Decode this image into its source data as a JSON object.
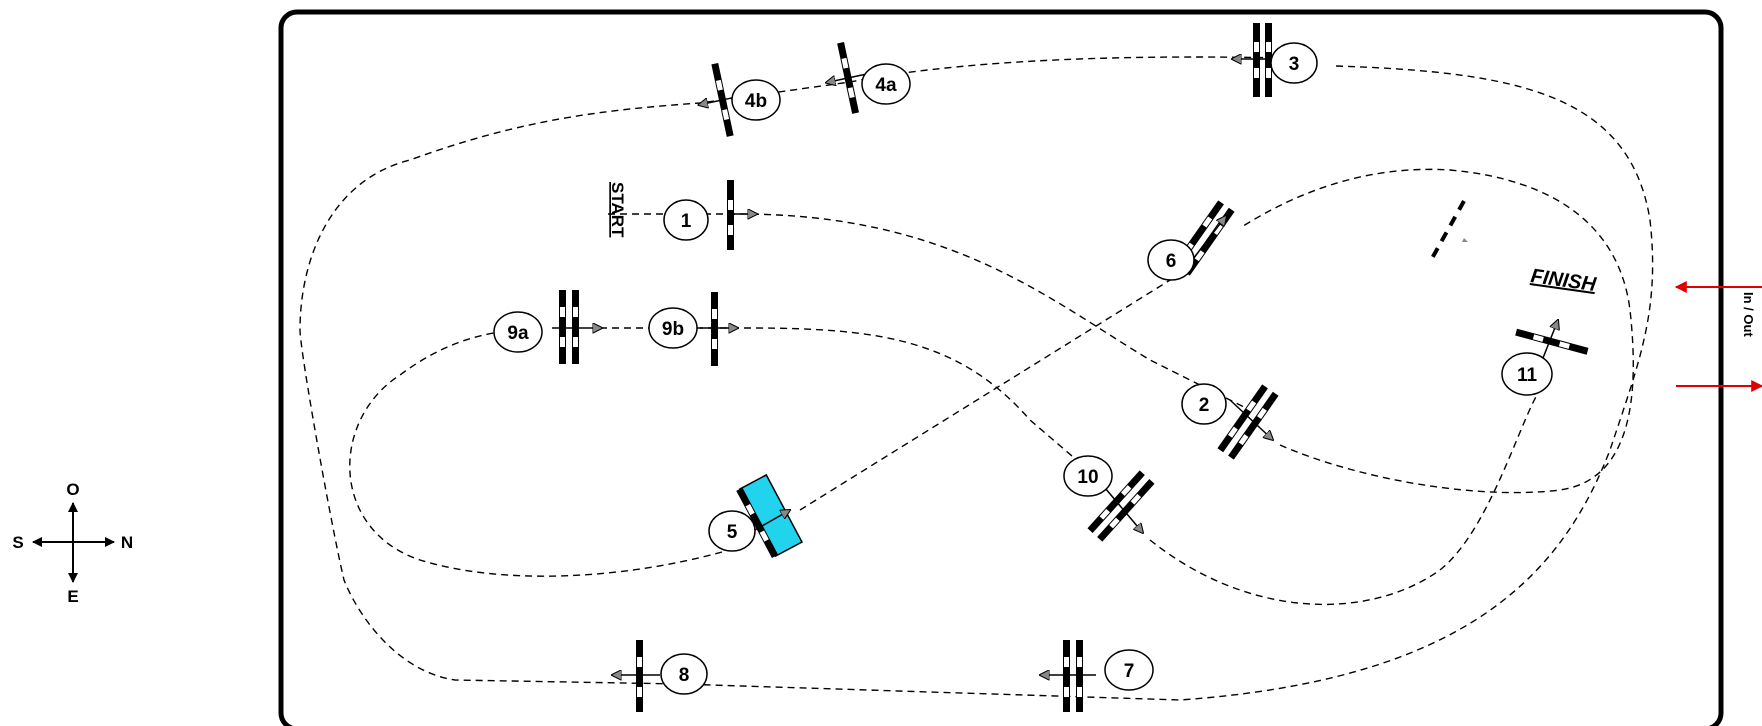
{
  "compass": {
    "top": "O",
    "left": "S",
    "right": "N",
    "bottom": "E"
  },
  "start_label": "START",
  "finish_label": "FINISH",
  "gate_label": "In / Out",
  "highlight_color": "#22d3ee",
  "obstacles": [
    {
      "id": "1",
      "label": "1"
    },
    {
      "id": "2",
      "label": "2"
    },
    {
      "id": "3",
      "label": "3"
    },
    {
      "id": "4a",
      "label": "4a"
    },
    {
      "id": "4b",
      "label": "4b"
    },
    {
      "id": "5",
      "label": "5"
    },
    {
      "id": "6",
      "label": "6"
    },
    {
      "id": "7",
      "label": "7"
    },
    {
      "id": "8",
      "label": "8"
    },
    {
      "id": "9a",
      "label": "9a"
    },
    {
      "id": "9b",
      "label": "9b"
    },
    {
      "id": "10",
      "label": "10"
    },
    {
      "id": "11",
      "label": "11"
    }
  ]
}
